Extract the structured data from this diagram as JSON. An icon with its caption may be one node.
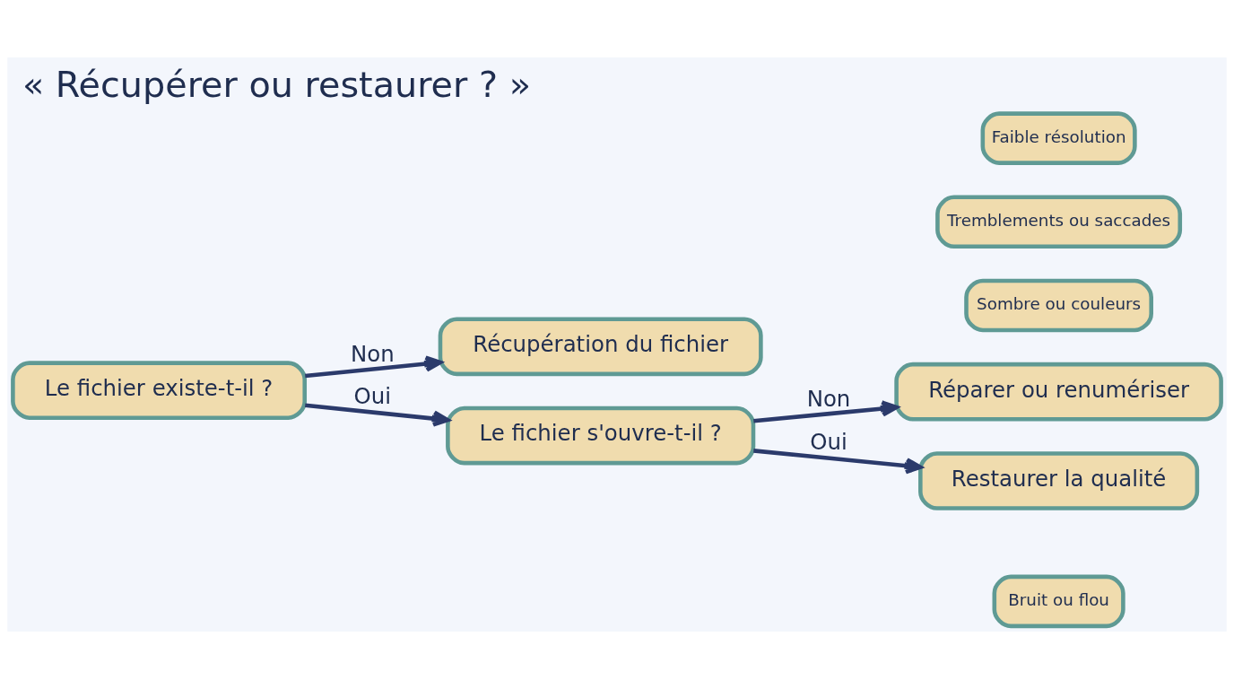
{
  "diagram": {
    "title": "« Récupérer ou restaurer ? »",
    "nodes": [
      {
        "text": [
          "Le fichier existe-t-il ?"
        ]
      },
      {
        "text": [
          "Récupération du fichier"
        ]
      },
      {
        "text": [
          "Le fichier s'ouvre-t-il ?"
        ]
      },
      {
        "text": [
          "Réparer ou renumériser"
        ]
      },
      {
        "text": [
          "Restaurer la qualité"
        ]
      },
      {
        "text": [
          "Bruit ou flou"
        ]
      },
      {
        "text": [
          "Sombre ou couleurs"
        ]
      },
      {
        "text": [
          "Tremblements ou saccades"
        ]
      },
      {
        "text": [
          "Faible résolution"
        ]
      }
    ],
    "edges": [
      {
        "from": 0,
        "to": 1,
        "arrow": "to",
        "label": "Non"
      },
      {
        "from": 0,
        "to": 2,
        "arrow": "to",
        "label": "Oui"
      },
      {
        "from": 2,
        "to": 3,
        "arrow": "to",
        "label": "Non"
      },
      {
        "from": 2,
        "to": 4,
        "arrow": "to",
        "label": "Oui"
      }
    ]
  }
}
